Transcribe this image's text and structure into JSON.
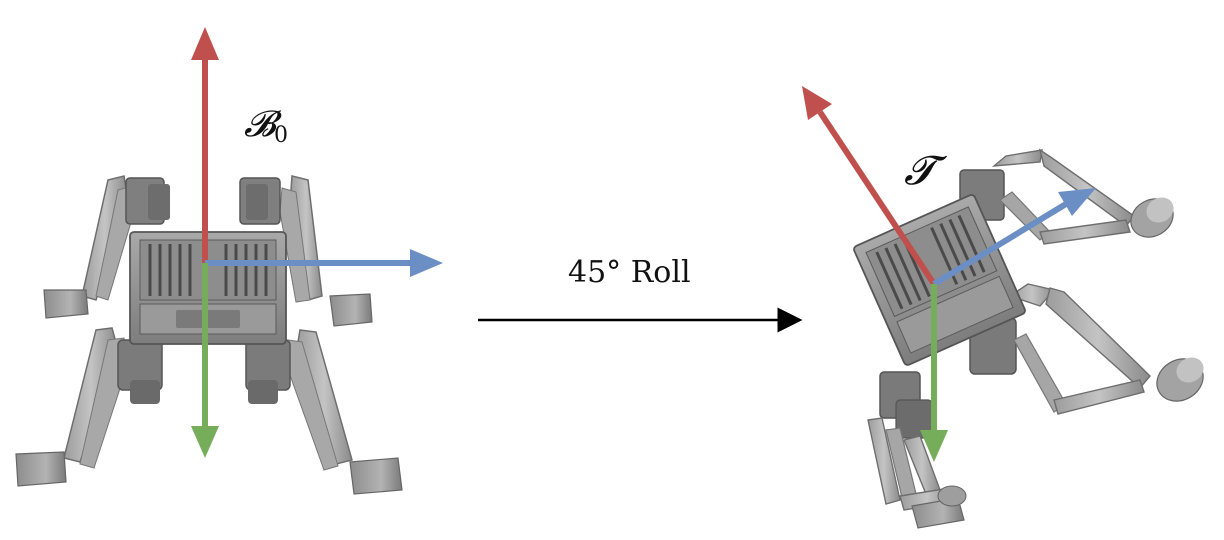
{
  "figure": {
    "base_frame_symbol": "𝓑",
    "base_frame_subscript": "0",
    "target_frame_symbol": "𝓣",
    "transition_label": "45° Roll",
    "roll_angle_deg": 45
  },
  "colors": {
    "axis_up": "#c0504d",
    "axis_side": "#6b8fc4",
    "axis_down": "#76ad5a",
    "robot_body": "#8e8e8e",
    "robot_dark": "#5a5a5a",
    "robot_light": "#b7b7b7",
    "transition_arrow": "#000000"
  }
}
